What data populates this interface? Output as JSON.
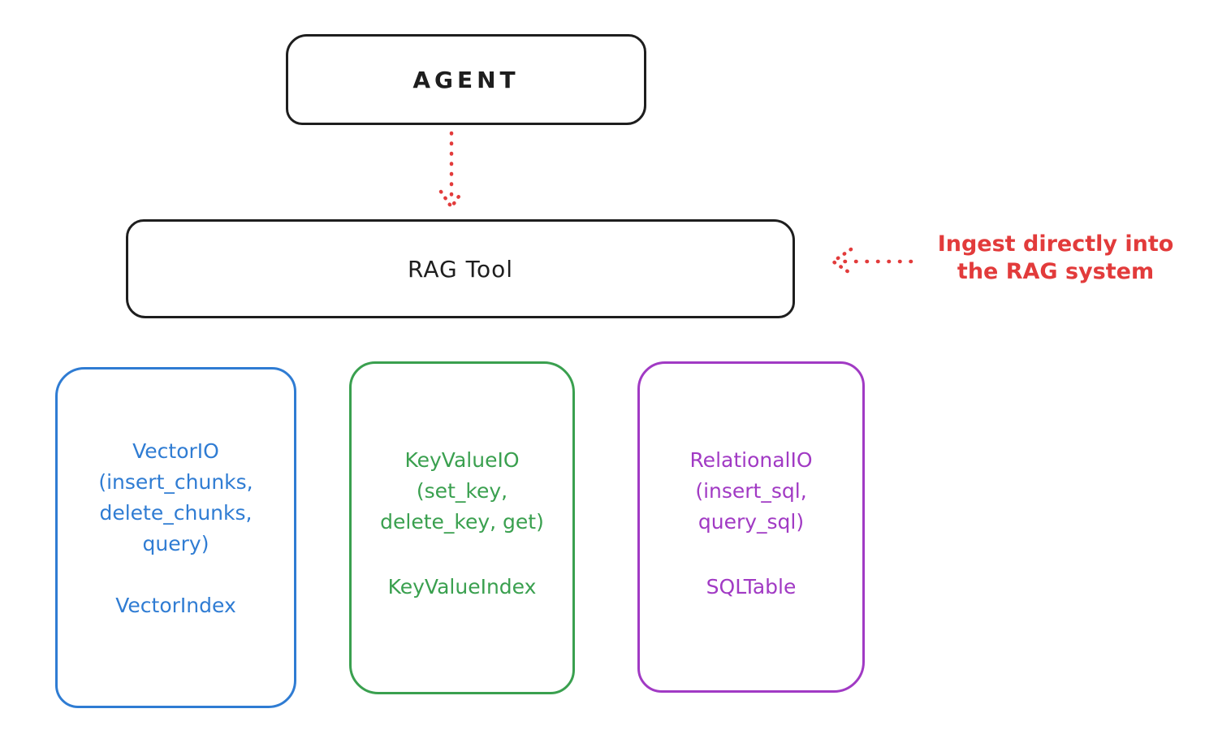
{
  "diagram": {
    "agent": {
      "label": "AGENT"
    },
    "rag_tool": {
      "label": "RAG Tool"
    },
    "annotation": {
      "text": "Ingest directly into\nthe RAG system",
      "color": "#e23b3b"
    },
    "arrows": {
      "agent_to_rag": {
        "style": "dotted",
        "direction": "down",
        "color": "#e23b3b"
      },
      "ingest": {
        "style": "dotted",
        "direction": "left",
        "color": "#e23b3b"
      }
    },
    "backends": [
      {
        "id": "vector-io",
        "color": "#2f7cd3",
        "header": "VectorIO\n(insert_chunks,\ndelete_chunks,\nquery)",
        "footer": "VectorIndex"
      },
      {
        "id": "keyvalue-io",
        "color": "#3aa04f",
        "header": "KeyValueIO\n(set_key,\ndelete_key, get)",
        "footer": "KeyValueIndex"
      },
      {
        "id": "relational-io",
        "color": "#a13ac4",
        "header": "RelationalIO\n(insert_sql,\nquery_sql)",
        "footer": "SQLTable"
      }
    ],
    "stroke_color": "#1e1e1e",
    "background_color": "#ffffff"
  }
}
